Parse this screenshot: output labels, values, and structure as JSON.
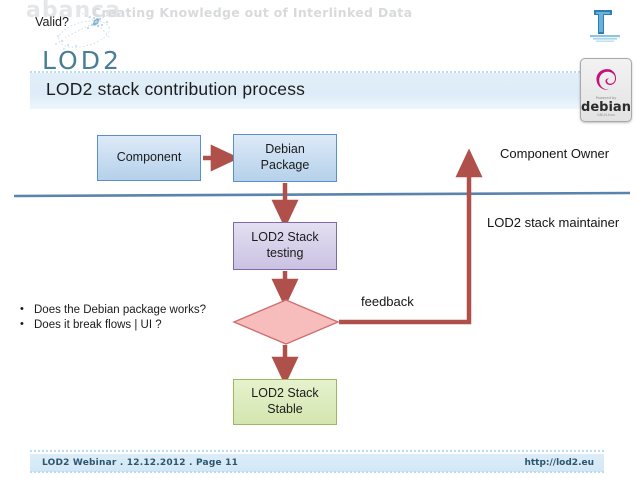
{
  "slide": {
    "title": "LOD2 stack contribution process",
    "brand": {
      "ghost_text": "abanca",
      "logo_text": "LOD2",
      "tagline": "Creating Knowledge out of Interlinked Data",
      "network_icon": "dotted-network-icon",
      "fp7_icon": "fp7-eu-logo-icon"
    },
    "debian_badge": {
      "swirl_icon": "debian-swirl-icon",
      "powered_text": "Powered by",
      "word": "debian",
      "sub_text": "GNU/Linux"
    }
  },
  "diagram": {
    "nodes": [
      {
        "id": "component",
        "label": "Component",
        "shape": "rect",
        "color": "#b6d1ea"
      },
      {
        "id": "debian-package",
        "label": "Debian\nPackage",
        "line1": "Debian",
        "line2": "Package",
        "shape": "rect",
        "color": "#b6d1ea"
      },
      {
        "id": "stack-testing",
        "label": "LOD2 Stack\ntesting",
        "line1": "LOD2 Stack",
        "line2": "testing",
        "shape": "rect",
        "color": "#cbc2e3"
      },
      {
        "id": "valid",
        "label": "Valid?",
        "shape": "diamond",
        "color": "#f6b9b9"
      },
      {
        "id": "stack-stable",
        "label": "LOD2 Stack\nStable",
        "line1": "LOD2 Stack",
        "line2": "Stable",
        "shape": "rect",
        "color": "#d4e6ae"
      }
    ],
    "edges": [
      {
        "from": "component",
        "to": "debian-package",
        "label": ""
      },
      {
        "from": "debian-package",
        "to": "stack-testing",
        "label": ""
      },
      {
        "from": "stack-testing",
        "to": "valid",
        "label": ""
      },
      {
        "from": "valid",
        "to": "stack-stable",
        "label": ""
      },
      {
        "from": "valid",
        "to": "component-owner",
        "label": "feedback"
      }
    ],
    "edge_color": "#b0504a",
    "divider_color": "#5a84ad",
    "labels": {
      "component_owner": "Component Owner",
      "stack_maintainer": "LOD2 stack maintainer",
      "feedback": "feedback"
    }
  },
  "bullets": [
    "Does the Debian package works?",
    "Does it break flows | UI ?"
  ],
  "footer": {
    "left": "LOD2 Webinar  .  12.12.2012  .  Page 11",
    "right": "http://lod2.eu"
  }
}
